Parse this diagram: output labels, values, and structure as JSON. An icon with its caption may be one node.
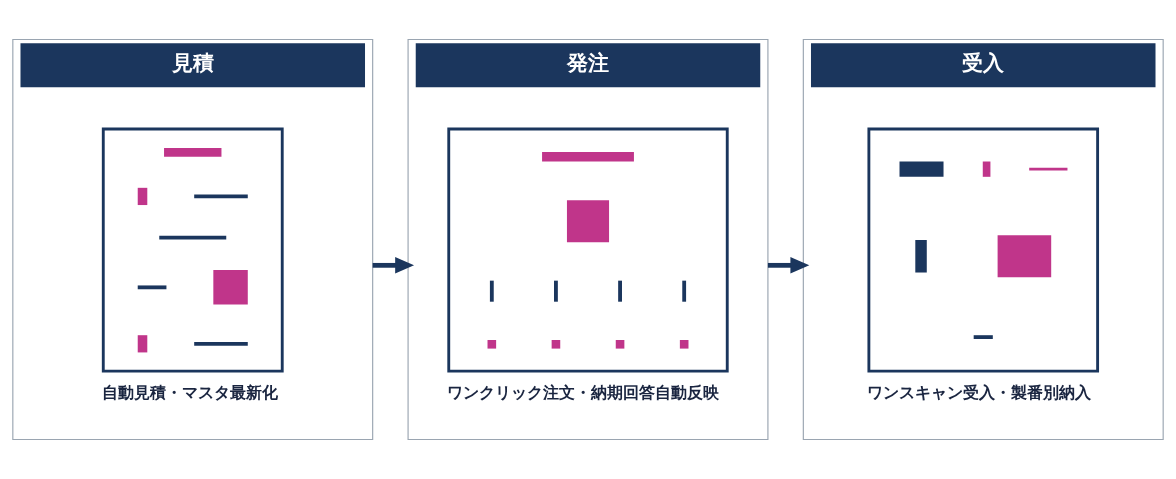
{
  "diagram": {
    "nodes": [
      {
        "text": [
          "見積"
        ]
      },
      {
        "text": [],
        "shape": "picture",
        "in": 0,
        "beside": [
          "自動見積・マスタ最新化"
        ]
      },
      {
        "text": [
          "発注"
        ]
      },
      {
        "text": [],
        "shape": "picture",
        "in": 2,
        "beside": [
          "ワンクリック注文・納期回答自動反映"
        ]
      },
      {
        "text": [
          "受入"
        ]
      },
      {
        "text": [],
        "shape": "picture",
        "in": 4,
        "beside": [
          "ワンスキャン受入・製番別納入"
        ]
      }
    ],
    "edges": [
      {
        "from": 0,
        "to": 2,
        "arrow": "to"
      },
      {
        "from": 2,
        "to": 4,
        "arrow": "to"
      }
    ]
  }
}
